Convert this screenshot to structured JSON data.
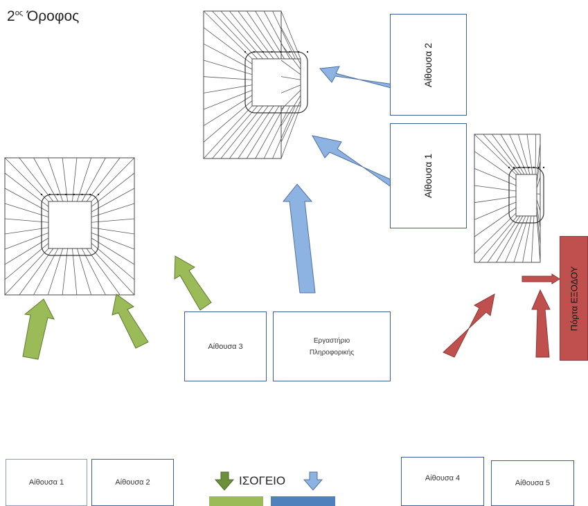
{
  "floor": {
    "title_main": "2",
    "title_sup": "ος",
    "title_rest": " Όροφος"
  },
  "rooms": {
    "room2": "Αίθουσα 2",
    "room1": "Αίθουσα 1",
    "room3": "Αίθουσα  3",
    "lab_line1": "Εργαστήριο",
    "lab_line2": "Πληροφορικής",
    "exit": "Πόρτα ΕΞΟΔΟΥ"
  },
  "ground": {
    "room1": "Αίθουσα  1",
    "room2": "Αίθουσα  2",
    "room4": "Αίθουσα 4",
    "room5": "Αίθουσα 5",
    "legend": "ΙΣΟΓΕΙΟ"
  },
  "colors": {
    "blue_arrow": "#8db3e2",
    "green_arrow": "#9bbb59",
    "red_arrow": "#c0504d",
    "box_border": "#3e5f96",
    "legend_green": "#9bbb59",
    "legend_blue": "#4f81bd"
  }
}
